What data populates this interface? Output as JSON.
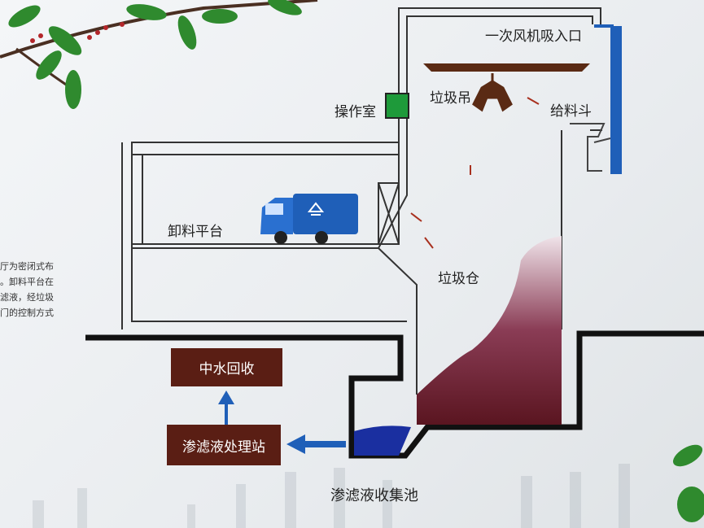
{
  "labels": {
    "primary_fan_inlet": "一次风机吸入口",
    "control_room": "操作室",
    "crane": "垃圾吊",
    "feed_hopper": "给料斗",
    "unloading_platform": "卸料平台",
    "waste_bunker": "垃圾仓",
    "reclaimed_water": "中水回收",
    "leachate_station": "渗滤液处理站",
    "leachate_pool": "渗滤液收集池"
  },
  "side_text": [
    "厅为密闭式布",
    "。卸料平台在",
    "滤液，经垃圾",
    "门的控制方式"
  ],
  "colors": {
    "box": "#5a1e14",
    "blue": "#1f5fb8",
    "waste": "#7a2a3a",
    "outline": "#111111"
  }
}
